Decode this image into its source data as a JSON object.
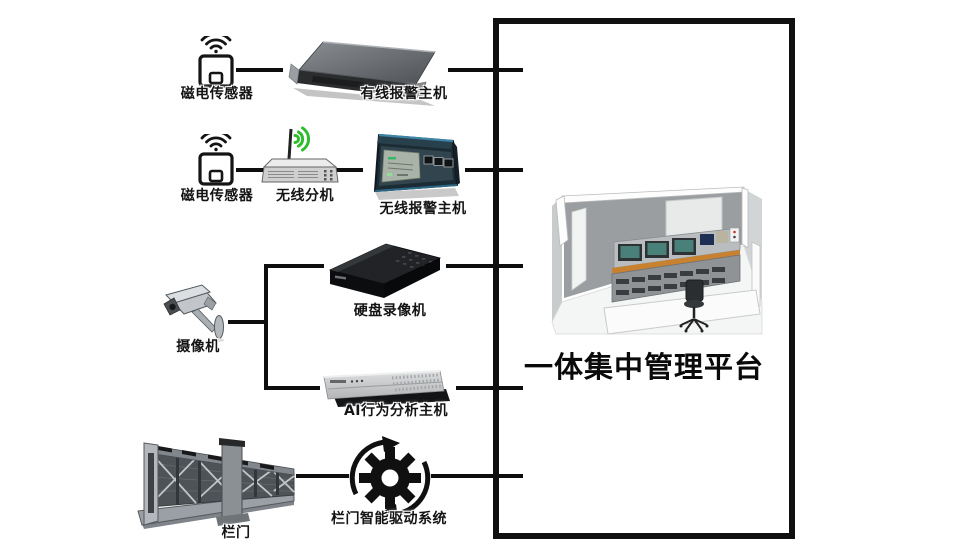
{
  "diagram": {
    "platform": {
      "title": "一体集中管理平台",
      "image": "control-room-illustration"
    },
    "nodes": {
      "sensor_row1": {
        "label": "磁电传感器",
        "icon": "wifi-sensor-icon"
      },
      "wired_alarm_host": {
        "label": "有线报警主机",
        "icon": "rack-server-image"
      },
      "sensor_row2": {
        "label": "磁电传感器",
        "icon": "wifi-sensor-icon"
      },
      "wireless_extension": {
        "label": "无线分机",
        "icon": "wireless-router-icon"
      },
      "wireless_alarm_host": {
        "label": "无线报警主机",
        "icon": "instrument-box-image"
      },
      "camera": {
        "label": "摄像机",
        "icon": "cctv-camera-image"
      },
      "dvr": {
        "label": "硬盘录像机",
        "icon": "black-dvr-box-image"
      },
      "ai_host": {
        "label": "AI行为分析主机",
        "icon": "rack-unit-image"
      },
      "gate": {
        "label": "栏门",
        "icon": "barrier-gate-image"
      },
      "gate_drive": {
        "label": "栏门智能驱动系统",
        "icon": "gear-cycle-icon"
      }
    },
    "colors": {
      "line": "#0e0e0e",
      "wifi_green": "#2ebd2e",
      "screen_teal": "#49807a",
      "desk_orange": "#c8822f",
      "label_text": "#141414"
    }
  }
}
